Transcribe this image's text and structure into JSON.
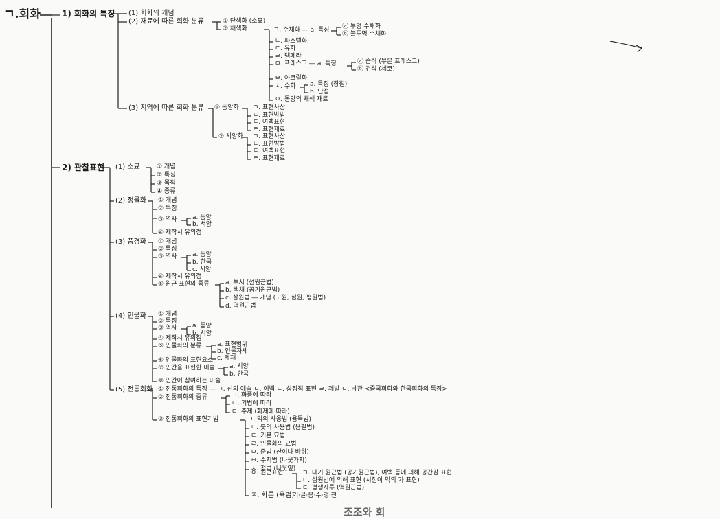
{
  "title": "ㄱ.회화",
  "footer_fragment": "조조와 회",
  "nodes": {
    "s1": "1) 회화의 특징",
    "s1_1": "(1) 회화의 개념",
    "s1_2": "(2) 재료에 따른 회화 분류",
    "dan": "① 단색화 (소묘)",
    "chae": "② 채색화",
    "sucheo": "ㄱ. 수채화 ― a. 특징",
    "sucheo_opt1": "ⓐ 투명 수채화",
    "sucheo_opt2": "ⓑ 불투명 수채화",
    "pastel": "ㄴ. 파스텔화",
    "yuhwa": "ㄷ. 유화",
    "tempera": "ㄹ. 템페라",
    "fresco": "ㅁ. 프레스코 ― a. 특징",
    "fresco_opt1": "ⓐ 습식 (부온 프레스코)",
    "fresco_opt2": "ⓑ 건식 (세코)",
    "acryl": "ㅂ. 아크릴화",
    "sukhwa": "ㅅ. 수화",
    "sukhwa_a": "a. 특징 (장점)",
    "sukhwa_b": "b. 단점",
    "east_mat": "ㅇ. 동양의 채색 재료",
    "s1_3": "(3) 지역에 따른 회화 분류",
    "dongyang": "① 동양화",
    "dy1": "ㄱ. 표현사상",
    "dy2": "ㄴ. 표현방법",
    "dy3": "ㄷ. 여백표현",
    "dy4": "ㄹ. 표현재료",
    "seoyang": "② 서양화",
    "sy1": "ㄱ. 표현사상",
    "sy2": "ㄴ. 표현방법",
    "sy3": "ㄷ. 여백표현",
    "sy4": "ㄹ. 표현재료",
    "s2": "2) 관찰표현",
    "somyo": "(1) 소묘",
    "sm1": "① 개념",
    "sm2": "② 특징",
    "sm3": "③ 목적",
    "sm4": "④ 종류",
    "jeongmul": "(2) 정물화",
    "jm1": "① 개념",
    "jm2": "② 특징",
    "jm3": "③ 역사",
    "jm3a": "a. 동양",
    "jm3b": "b. 서양",
    "jm4": "④ 제작시 유의점",
    "pungkyeong": "(3) 풍경화",
    "pk1": "① 개념",
    "pk2": "② 특징",
    "pk3": "③ 역사",
    "pk3a": "a. 동양",
    "pk3b": "b. 한국",
    "pk3c": "c. 서양",
    "pk4": "④ 제작시 유의점",
    "pk5": "⑤ 원근 표현의 종류",
    "pk5a": "a. 투시 (선원근법)",
    "pk5b": "b. 색채 (공기원근법)",
    "pk5c": "c. 삼원법 ― 개념 (고원, 심원, 평원법)",
    "pk5d": "d. 역원근법",
    "inmul": "(4) 인물화",
    "im1": "① 개념",
    "im2": "② 특징",
    "im3": "③ 역사",
    "im3a": "a. 동양",
    "im3b": "b. 서양",
    "im4": "④ 제작시 유의점",
    "im5": "⑤ 인물화의 분류",
    "im5a": "a. 표현범위",
    "im5b": "b. 인물자세",
    "im5c": "c. 제재",
    "im6": "⑥ 인물화의 표현요소",
    "im7": "⑦ 인간을 표현한 미술",
    "im7a": "a. 서양",
    "im7b": "b. 한국",
    "im8": "⑧ 인간이 참여하는 미술",
    "jeontong": "(5) 전통회화",
    "jt1": "① 전통회화의 특징 ― ㄱ. 선의 예술  ㄴ. 여백  ㄷ. 상징적 표현  ㄹ. 제발  ㅁ. 낙관 <중국회화와 한국회화의 특징>",
    "jt2": "② 전통회화의 종류",
    "jt2a": "ㄱ. 화풍에 따라",
    "jt2b": "ㄴ. 기법에 따라",
    "jt2c": "ㄷ. 주제 (화제에 따라)",
    "jt3": "③ 전통회화의 표현기법",
    "jt3a": "ㄱ. 먹의 사용법 (용묵법)",
    "jt3b": "ㄴ. 붓의 사용법 (용필법)",
    "jt3c": "ㄷ. 기본 묘법",
    "jt3d": "ㄹ. 인물화의 묘법",
    "jt3e": "ㅁ. 준법 (산이나 바위)",
    "jt3f": "ㅂ. 수지법 (나뭇가지)",
    "jt3g": "ㅅ. 점법 (나뭇잎)",
    "jt3h": "ㅇ. 원근표현",
    "jt3h1": "ㄱ. 대기 원근법 (공기원근법), 여백 등에 의해 공간감 표현.",
    "jt3h2": "ㄴ. 삼원법에 의해 표현 (시점이 먹의 가 표현)",
    "jt3h3": "ㄷ. 평행사투 (역원근법)",
    "jt3i": "ㅈ. 화론 (육법)",
    "jt3i_items": "기·골·응·수·경·전"
  }
}
